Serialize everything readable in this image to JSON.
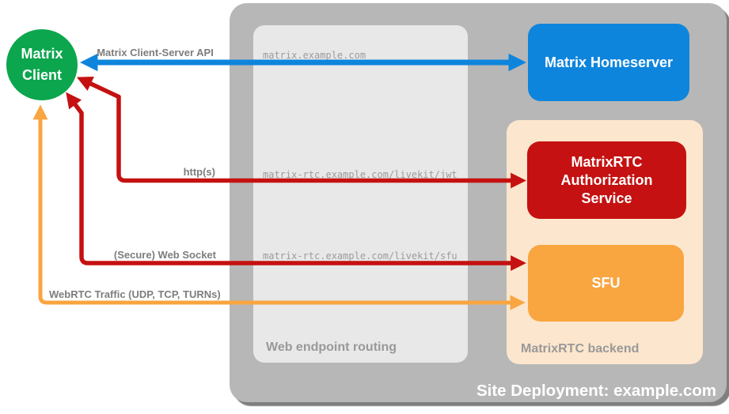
{
  "diagram_title": "Site Deployment: example.com",
  "client": {
    "label": "Matrix Client",
    "color": "#0ca64e"
  },
  "site_container": {
    "label": "Site Deployment: example.com",
    "color": "#b7b7b7"
  },
  "routing_box": {
    "label": "Web endpoint routing",
    "color": "#e8e8e8"
  },
  "backend_box": {
    "label": "MatrixRTC backend",
    "color": "#fce6cd"
  },
  "nodes": {
    "homeserver": {
      "label": "Matrix Homeserver",
      "color": "#0e85dd"
    },
    "auth_service": {
      "label": "MatrixRTC Authorization Service",
      "color": "#c51111"
    },
    "sfu": {
      "label": "SFU",
      "color": "#f9a540"
    }
  },
  "connections": [
    {
      "label": "Matrix Client-Server API",
      "endpoint": "matrix.example.com",
      "color": "#0e85dd",
      "from": "Matrix Client",
      "to": "Matrix Homeserver",
      "bidirectional": true
    },
    {
      "label": "http(s)",
      "endpoint": "matrix-rtc.example.com/livekit/jwt",
      "color": "#c51111",
      "from": "Matrix Client",
      "to": "MatrixRTC Authorization Service",
      "bidirectional": true
    },
    {
      "label": "(Secure) Web Socket",
      "endpoint": "matrix-rtc.example.com/livekit/sfu",
      "color": "#c51111",
      "from": "Matrix Client",
      "to": "SFU",
      "bidirectional": true
    },
    {
      "label": "WebRTC Traffic (UDP, TCP, TURNs)",
      "color": "#f9a540",
      "from": "Matrix Client",
      "to": "SFU",
      "bidirectional": true
    }
  ]
}
